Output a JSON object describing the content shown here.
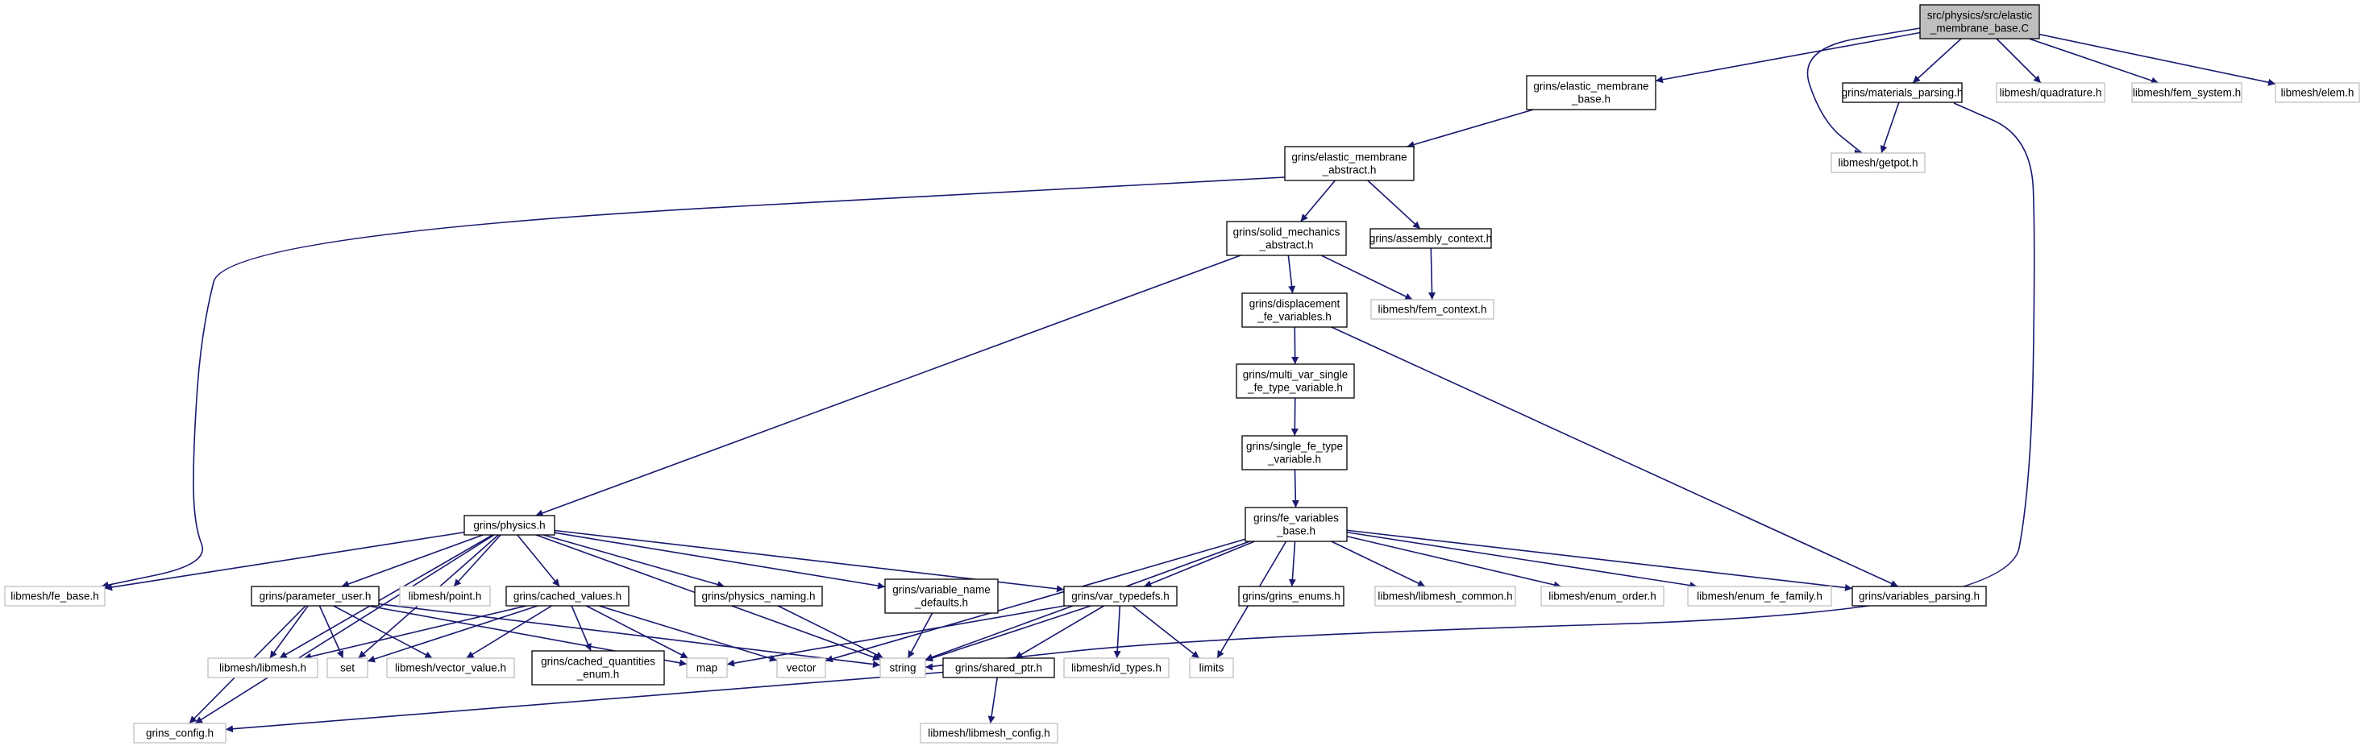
{
  "graph_title": "",
  "colors": {
    "edge": "#191970",
    "main_fill": "#bfbfbf",
    "node_border": "#000000",
    "external_border": "#bfbfbf"
  },
  "nodes": [
    {
      "id": "root",
      "lines": [
        "src/physics/src/elastic",
        "_membrane_base.C"
      ],
      "kind": "main"
    },
    {
      "id": "elastic_membrane_base_h",
      "lines": [
        "grins/elastic_membrane",
        "_base.h"
      ],
      "kind": "node"
    },
    {
      "id": "materials_parsing_h",
      "lines": [
        "grins/materials_parsing.h"
      ],
      "kind": "node"
    },
    {
      "id": "quadrature_h",
      "lines": [
        "libmesh/quadrature.h"
      ],
      "kind": "external"
    },
    {
      "id": "fem_system_h",
      "lines": [
        "libmesh/fem_system.h"
      ],
      "kind": "external"
    },
    {
      "id": "elem_h",
      "lines": [
        "libmesh/elem.h"
      ],
      "kind": "external"
    },
    {
      "id": "getpot_h",
      "lines": [
        "libmesh/getpot.h"
      ],
      "kind": "external"
    },
    {
      "id": "elastic_membrane_abstract_h",
      "lines": [
        "grins/elastic_membrane",
        "_abstract.h"
      ],
      "kind": "node"
    },
    {
      "id": "solid_mechanics_abstract_h",
      "lines": [
        "grins/solid_mechanics",
        "_abstract.h"
      ],
      "kind": "node"
    },
    {
      "id": "assembly_context_h",
      "lines": [
        "grins/assembly_context.h"
      ],
      "kind": "node"
    },
    {
      "id": "displacement_fe_variables_h",
      "lines": [
        "grins/displacement",
        "_fe_variables.h"
      ],
      "kind": "node"
    },
    {
      "id": "fem_context_h",
      "lines": [
        "libmesh/fem_context.h"
      ],
      "kind": "external"
    },
    {
      "id": "multi_var_single_h",
      "lines": [
        "grins/multi_var_single",
        "_fe_type_variable.h"
      ],
      "kind": "node"
    },
    {
      "id": "single_fe_type_variable_h",
      "lines": [
        "grins/single_fe_type",
        "_variable.h"
      ],
      "kind": "node"
    },
    {
      "id": "fe_variables_base_h",
      "lines": [
        "grins/fe_variables",
        "_base.h"
      ],
      "kind": "node"
    },
    {
      "id": "physics_h",
      "lines": [
        "grins/physics.h"
      ],
      "kind": "node"
    },
    {
      "id": "fe_base_h",
      "lines": [
        "libmesh/fe_base.h"
      ],
      "kind": "external"
    },
    {
      "id": "parameter_user_h",
      "lines": [
        "grins/parameter_user.h"
      ],
      "kind": "node"
    },
    {
      "id": "point_h",
      "lines": [
        "libmesh/point.h"
      ],
      "kind": "external"
    },
    {
      "id": "cached_values_h",
      "lines": [
        "grins/cached_values.h"
      ],
      "kind": "node"
    },
    {
      "id": "physics_naming_h",
      "lines": [
        "grins/physics_naming.h"
      ],
      "kind": "node"
    },
    {
      "id": "variable_name_defaults_h",
      "lines": [
        "grins/variable_name",
        "_defaults.h"
      ],
      "kind": "node"
    },
    {
      "id": "var_typedefs_h",
      "lines": [
        "grins/var_typedefs.h"
      ],
      "kind": "node"
    },
    {
      "id": "grins_enums_h",
      "lines": [
        "grins/grins_enums.h"
      ],
      "kind": "node"
    },
    {
      "id": "libmesh_common_h",
      "lines": [
        "libmesh/libmesh_common.h"
      ],
      "kind": "external"
    },
    {
      "id": "enum_order_h",
      "lines": [
        "libmesh/enum_order.h"
      ],
      "kind": "external"
    },
    {
      "id": "enum_fe_family_h",
      "lines": [
        "libmesh/enum_fe_family.h"
      ],
      "kind": "external"
    },
    {
      "id": "variables_parsing_h",
      "lines": [
        "grins/variables_parsing.h"
      ],
      "kind": "node"
    },
    {
      "id": "libmesh_h",
      "lines": [
        "libmesh/libmesh.h"
      ],
      "kind": "external"
    },
    {
      "id": "set",
      "lines": [
        "set"
      ],
      "kind": "external"
    },
    {
      "id": "vector_value_h",
      "lines": [
        "libmesh/vector_value.h"
      ],
      "kind": "external"
    },
    {
      "id": "cached_quantities_enum_h",
      "lines": [
        "grins/cached_quantities",
        "_enum.h"
      ],
      "kind": "node"
    },
    {
      "id": "map",
      "lines": [
        "map"
      ],
      "kind": "external"
    },
    {
      "id": "vector",
      "lines": [
        "vector"
      ],
      "kind": "external"
    },
    {
      "id": "string",
      "lines": [
        "string"
      ],
      "kind": "external"
    },
    {
      "id": "shared_ptr_h",
      "lines": [
        "grins/shared_ptr.h"
      ],
      "kind": "node"
    },
    {
      "id": "id_types_h",
      "lines": [
        "libmesh/id_types.h"
      ],
      "kind": "external"
    },
    {
      "id": "limits",
      "lines": [
        "limits"
      ],
      "kind": "external"
    },
    {
      "id": "grins_config_h",
      "lines": [
        "grins_config.h"
      ],
      "kind": "external"
    },
    {
      "id": "libmesh_config_h",
      "lines": [
        "libmesh/libmesh_config.h"
      ],
      "kind": "external"
    }
  ],
  "edges": [
    [
      "root",
      "elastic_membrane_base_h"
    ],
    [
      "root",
      "materials_parsing_h"
    ],
    [
      "root",
      "quadrature_h"
    ],
    [
      "root",
      "fem_system_h"
    ],
    [
      "root",
      "elem_h"
    ],
    [
      "root",
      "getpot_h"
    ],
    [
      "materials_parsing_h",
      "getpot_h"
    ],
    [
      "materials_parsing_h",
      "string"
    ],
    [
      "elastic_membrane_base_h",
      "elastic_membrane_abstract_h"
    ],
    [
      "elastic_membrane_abstract_h",
      "solid_mechanics_abstract_h"
    ],
    [
      "elastic_membrane_abstract_h",
      "assembly_context_h"
    ],
    [
      "elastic_membrane_abstract_h",
      "fe_base_h"
    ],
    [
      "assembly_context_h",
      "fem_context_h"
    ],
    [
      "solid_mechanics_abstract_h",
      "fem_context_h"
    ],
    [
      "solid_mechanics_abstract_h",
      "displacement_fe_variables_h"
    ],
    [
      "solid_mechanics_abstract_h",
      "physics_h"
    ],
    [
      "displacement_fe_variables_h",
      "multi_var_single_h"
    ],
    [
      "displacement_fe_variables_h",
      "variables_parsing_h"
    ],
    [
      "multi_var_single_h",
      "single_fe_type_variable_h"
    ],
    [
      "single_fe_type_variable_h",
      "fe_variables_base_h"
    ],
    [
      "fe_variables_base_h",
      "var_typedefs_h"
    ],
    [
      "fe_variables_base_h",
      "grins_enums_h"
    ],
    [
      "fe_variables_base_h",
      "libmesh_common_h"
    ],
    [
      "fe_variables_base_h",
      "enum_order_h"
    ],
    [
      "fe_variables_base_h",
      "enum_fe_family_h"
    ],
    [
      "fe_variables_base_h",
      "variables_parsing_h"
    ],
    [
      "fe_variables_base_h",
      "vector"
    ],
    [
      "fe_variables_base_h",
      "string"
    ],
    [
      "fe_variables_base_h",
      "limits"
    ],
    [
      "physics_h",
      "fe_base_h"
    ],
    [
      "physics_h",
      "parameter_user_h"
    ],
    [
      "physics_h",
      "point_h"
    ],
    [
      "physics_h",
      "cached_values_h"
    ],
    [
      "physics_h",
      "physics_naming_h"
    ],
    [
      "physics_h",
      "variable_name_defaults_h"
    ],
    [
      "physics_h",
      "var_typedefs_h"
    ],
    [
      "physics_h",
      "libmesh_h"
    ],
    [
      "physics_h",
      "set"
    ],
    [
      "physics_h",
      "string"
    ],
    [
      "physics_h",
      "grins_config_h"
    ],
    [
      "parameter_user_h",
      "libmesh_h"
    ],
    [
      "parameter_user_h",
      "set"
    ],
    [
      "parameter_user_h",
      "vector_value_h"
    ],
    [
      "parameter_user_h",
      "map"
    ],
    [
      "parameter_user_h",
      "string"
    ],
    [
      "parameter_user_h",
      "grins_config_h"
    ],
    [
      "cached_values_h",
      "libmesh_h"
    ],
    [
      "cached_values_h",
      "set"
    ],
    [
      "cached_values_h",
      "vector_value_h"
    ],
    [
      "cached_values_h",
      "cached_quantities_enum_h"
    ],
    [
      "cached_values_h",
      "map"
    ],
    [
      "cached_values_h",
      "vector"
    ],
    [
      "physics_naming_h",
      "string"
    ],
    [
      "variable_name_defaults_h",
      "string"
    ],
    [
      "var_typedefs_h",
      "map"
    ],
    [
      "var_typedefs_h",
      "string"
    ],
    [
      "var_typedefs_h",
      "shared_ptr_h"
    ],
    [
      "var_typedefs_h",
      "id_types_h"
    ],
    [
      "var_typedefs_h",
      "limits"
    ],
    [
      "shared_ptr_h",
      "grins_config_h"
    ],
    [
      "shared_ptr_h",
      "libmesh_config_h"
    ]
  ]
}
